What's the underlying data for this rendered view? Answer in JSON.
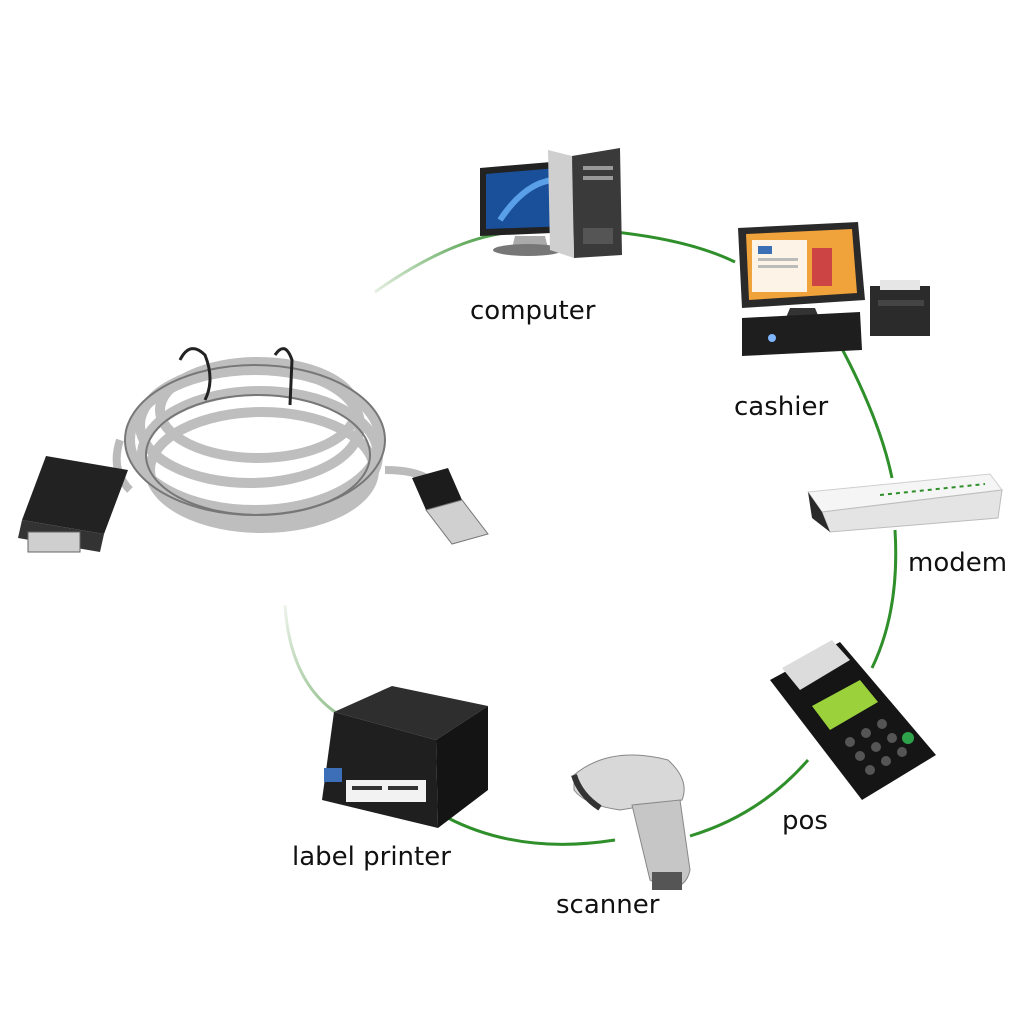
{
  "diagram": {
    "colors": {
      "ring": "#2f8f2a",
      "ring_faded": "#cfe3c7"
    },
    "nodes": [
      {
        "id": "computer",
        "label": "computer",
        "icon": "desktop-computer-icon"
      },
      {
        "id": "cashier",
        "label": "cashier",
        "icon": "cash-register-icon"
      },
      {
        "id": "modem",
        "label": "modem",
        "icon": "modem-icon"
      },
      {
        "id": "pos",
        "label": "pos",
        "icon": "pos-terminal-icon"
      },
      {
        "id": "scanner",
        "label": "scanner",
        "icon": "barcode-scanner-icon"
      },
      {
        "id": "label_printer",
        "label": "label printer",
        "icon": "label-printer-icon"
      }
    ],
    "center": {
      "icon": "usb-extension-cable-icon"
    }
  }
}
